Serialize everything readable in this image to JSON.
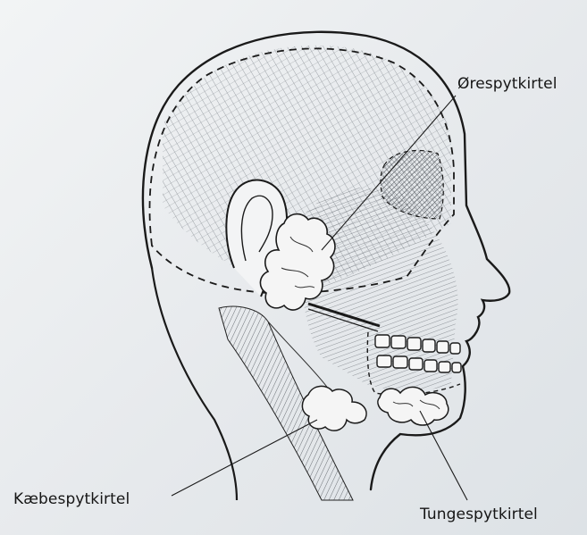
{
  "diagram": {
    "labels": {
      "parotid": "Ørespytkirtel",
      "submandibular": "Kæbespytkirtel",
      "sublingual": "Tungespytkirtel"
    },
    "colors": {
      "ink": "#1a1a1a",
      "paper": "#eef0f2",
      "hatch": "#5a5f66"
    }
  }
}
